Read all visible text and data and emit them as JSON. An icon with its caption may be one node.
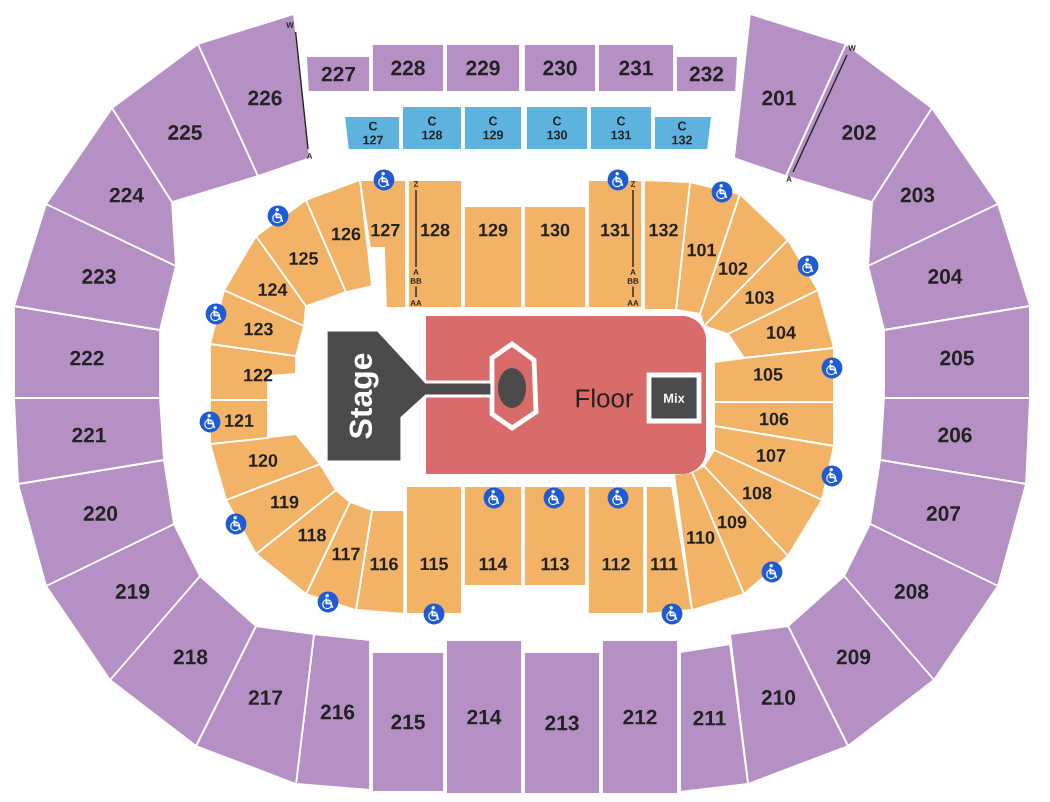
{
  "diagram": {
    "nodes": [
      {
        "text": [
          "201"
        ]
      },
      {
        "text": [
          "202"
        ]
      },
      {
        "text": [
          "203"
        ]
      },
      {
        "text": [
          "204"
        ]
      },
      {
        "text": [
          "205"
        ]
      },
      {
        "text": [
          "206"
        ]
      },
      {
        "text": [
          "207"
        ]
      },
      {
        "text": [
          "208"
        ]
      },
      {
        "text": [
          "209"
        ]
      },
      {
        "text": [
          "210"
        ]
      },
      {
        "text": [
          "211"
        ]
      },
      {
        "text": [
          "212"
        ]
      },
      {
        "text": [
          "213"
        ]
      },
      {
        "text": [
          "214"
        ]
      },
      {
        "text": [
          "215"
        ]
      },
      {
        "text": [
          "216"
        ]
      },
      {
        "text": [
          "217"
        ]
      },
      {
        "text": [
          "218"
        ]
      },
      {
        "text": [
          "219"
        ]
      },
      {
        "text": [
          "220"
        ]
      },
      {
        "text": [
          "221"
        ]
      },
      {
        "text": [
          "222"
        ]
      },
      {
        "text": [
          "223"
        ]
      },
      {
        "text": [
          "224"
        ]
      },
      {
        "text": [
          "225"
        ]
      },
      {
        "text": [
          "226"
        ]
      },
      {
        "text": [
          "227"
        ]
      },
      {
        "text": [
          "228"
        ]
      },
      {
        "text": [
          "229"
        ]
      },
      {
        "text": [
          "230"
        ]
      },
      {
        "text": [
          "231"
        ]
      },
      {
        "text": [
          "232"
        ]
      },
      {
        "text": [
          "C 127"
        ]
      },
      {
        "text": [
          "C 128"
        ]
      },
      {
        "text": [
          "C 129"
        ]
      },
      {
        "text": [
          "C 130"
        ]
      },
      {
        "text": [
          "C 131"
        ]
      },
      {
        "text": [
          "C 132"
        ]
      },
      {
        "text": [
          "101"
        ]
      },
      {
        "text": [
          "102"
        ]
      },
      {
        "text": [
          "103"
        ]
      },
      {
        "text": [
          "104"
        ]
      },
      {
        "text": [
          "105"
        ]
      },
      {
        "text": [
          "106"
        ]
      },
      {
        "text": [
          "107"
        ]
      },
      {
        "text": [
          "108"
        ]
      },
      {
        "text": [
          "109"
        ]
      },
      {
        "text": [
          "110"
        ]
      },
      {
        "text": [
          "111"
        ]
      },
      {
        "text": [
          "112"
        ]
      },
      {
        "text": [
          "113"
        ]
      },
      {
        "text": [
          "114"
        ]
      },
      {
        "text": [
          "115"
        ]
      },
      {
        "text": [
          "116"
        ]
      },
      {
        "text": [
          "117"
        ]
      },
      {
        "text": [
          "118"
        ]
      },
      {
        "text": [
          "119"
        ]
      },
      {
        "text": [
          "120"
        ]
      },
      {
        "text": [
          "121"
        ]
      },
      {
        "text": [
          "122"
        ]
      },
      {
        "text": [
          "123"
        ]
      },
      {
        "text": [
          "124"
        ]
      },
      {
        "text": [
          "125"
        ]
      },
      {
        "text": [
          "126"
        ]
      },
      {
        "text": [
          "127"
        ]
      },
      {
        "text": [
          "128"
        ]
      },
      {
        "text": [
          "129"
        ]
      },
      {
        "text": [
          "130"
        ]
      },
      {
        "text": [
          "131"
        ]
      },
      {
        "text": [
          "132"
        ]
      },
      {
        "text": [
          "Stage"
        ]
      },
      {
        "text": [
          "Floor"
        ]
      },
      {
        "text": [
          "Mix"
        ],
        "in": 71
      }
    ],
    "labels": [
      "W",
      "A",
      "W",
      "A",
      "Z",
      "A",
      "BB",
      "AA",
      "Z",
      "A",
      "BB",
      "AA"
    ]
  }
}
